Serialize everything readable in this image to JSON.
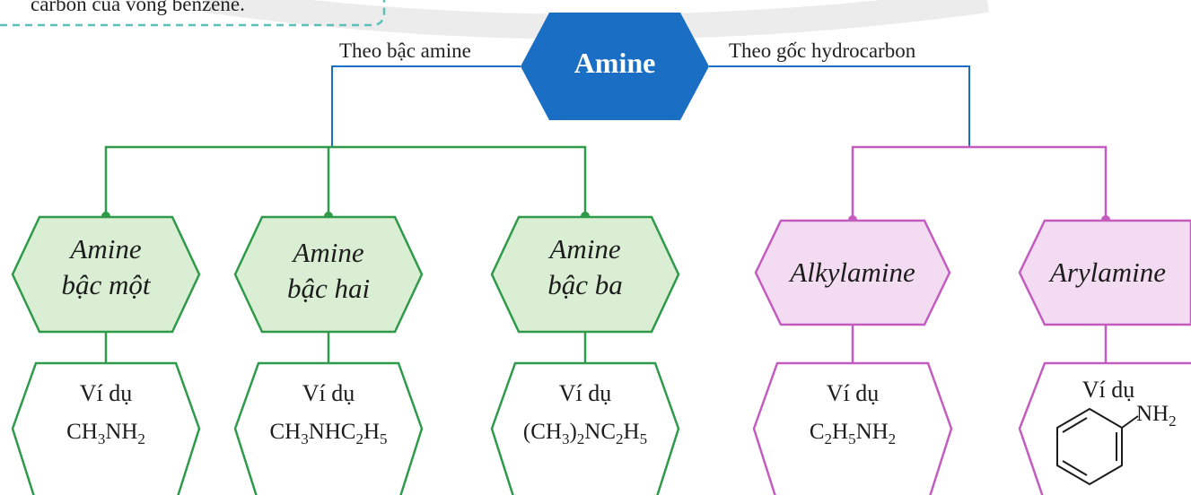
{
  "top_note": "carbon của vòng benzene.",
  "root": {
    "label": "Amine",
    "color": "#1a6fc4"
  },
  "branches": {
    "left": "Theo bậc amine",
    "right": "Theo gốc hydrocarbon"
  },
  "colors": {
    "green": "#2e9a4a",
    "green_fill": "#d9eed3",
    "pink": "#c45cc0",
    "pink_fill": "#f3dcf1"
  },
  "nodes": [
    {
      "line1": "Amine",
      "line2": "bậc một",
      "example_label": "Ví dụ"
    },
    {
      "line1": "Amine",
      "line2": "bậc hai",
      "example_label": "Ví dụ"
    },
    {
      "line1": "Amine",
      "line2": "bậc ba",
      "example_label": "Ví dụ"
    },
    {
      "line1": "Alkylamine",
      "line2": "",
      "example_label": "Ví dụ"
    },
    {
      "line1": "Arylamine",
      "line2": "",
      "example_label": "Ví dụ"
    }
  ],
  "formulas": {
    "f1": [
      "CH",
      "3",
      "NH",
      "2"
    ],
    "f2": [
      "CH",
      "3",
      "NHC",
      "2",
      "H",
      "5"
    ],
    "f3": [
      "(CH",
      "3",
      ")",
      "2",
      "NC",
      "2",
      "H",
      "5"
    ],
    "f4": [
      "C",
      "2",
      "H",
      "5",
      "NH",
      "2"
    ],
    "f5": [
      "NH",
      "2"
    ]
  }
}
